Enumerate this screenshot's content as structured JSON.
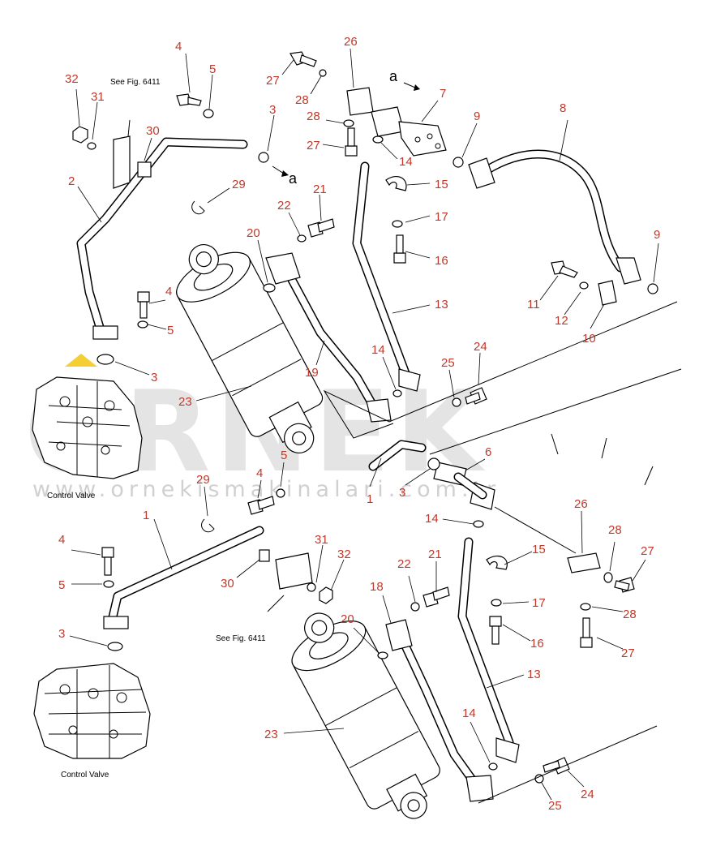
{
  "watermark": {
    "brand": "ORNEK",
    "url": "www.ornekismakinalari.com.tr",
    "accent": "#f2c200"
  },
  "labels": {
    "see_fig_top": "See Fig. 6411",
    "see_fig_bottom": "See Fig. 6411",
    "control_valve_top": "Control Valve",
    "control_valve_bottom": "Control Valve",
    "arrow_a_top": "a",
    "arrow_a_mid": "a"
  },
  "callouts": {
    "c_32a": "32",
    "c_31a": "31",
    "c_30a": "30",
    "c_4a": "4",
    "c_5a": "5",
    "c_3a": "3",
    "c_26a": "26",
    "c_27a": "27",
    "c_28a": "28",
    "c_28b": "28",
    "c_27b": "27",
    "c_7": "7",
    "c_9a": "9",
    "c_8": "8",
    "c_14a": "14",
    "c_15a": "15",
    "c_2": "2",
    "c_29a": "29",
    "c_21a": "21",
    "c_22a": "22",
    "c_17a": "17",
    "c_16a": "16",
    "c_20a": "20",
    "c_9b": "9",
    "c_4b": "4",
    "c_5b": "5",
    "c_11": "11",
    "c_12": "12",
    "c_10": "10",
    "c_13a": "13",
    "c_3b": "3",
    "c_19": "19",
    "c_14b": "14",
    "c_25a": "25",
    "c_24a": "24",
    "c_23a": "23",
    "c_6": "6",
    "c_5c": "5",
    "c_4c": "4",
    "c_1a": "1",
    "c_3c": "3",
    "c_29b": "29",
    "c_1b": "1",
    "c_14c": "14",
    "c_15b": "15",
    "c_26b": "26",
    "c_28c": "28",
    "c_27c": "27",
    "c_4d": "4",
    "c_31b": "31",
    "c_32b": "32",
    "c_5d": "5",
    "c_30b": "30",
    "c_22b": "22",
    "c_21b": "21",
    "c_17b": "17",
    "c_18": "18",
    "c_28d": "28",
    "c_3d": "3",
    "c_20b": "20",
    "c_16b": "16",
    "c_27d": "27",
    "c_13b": "13",
    "c_23b": "23",
    "c_14d": "14",
    "c_24b": "24",
    "c_25b": "25"
  }
}
